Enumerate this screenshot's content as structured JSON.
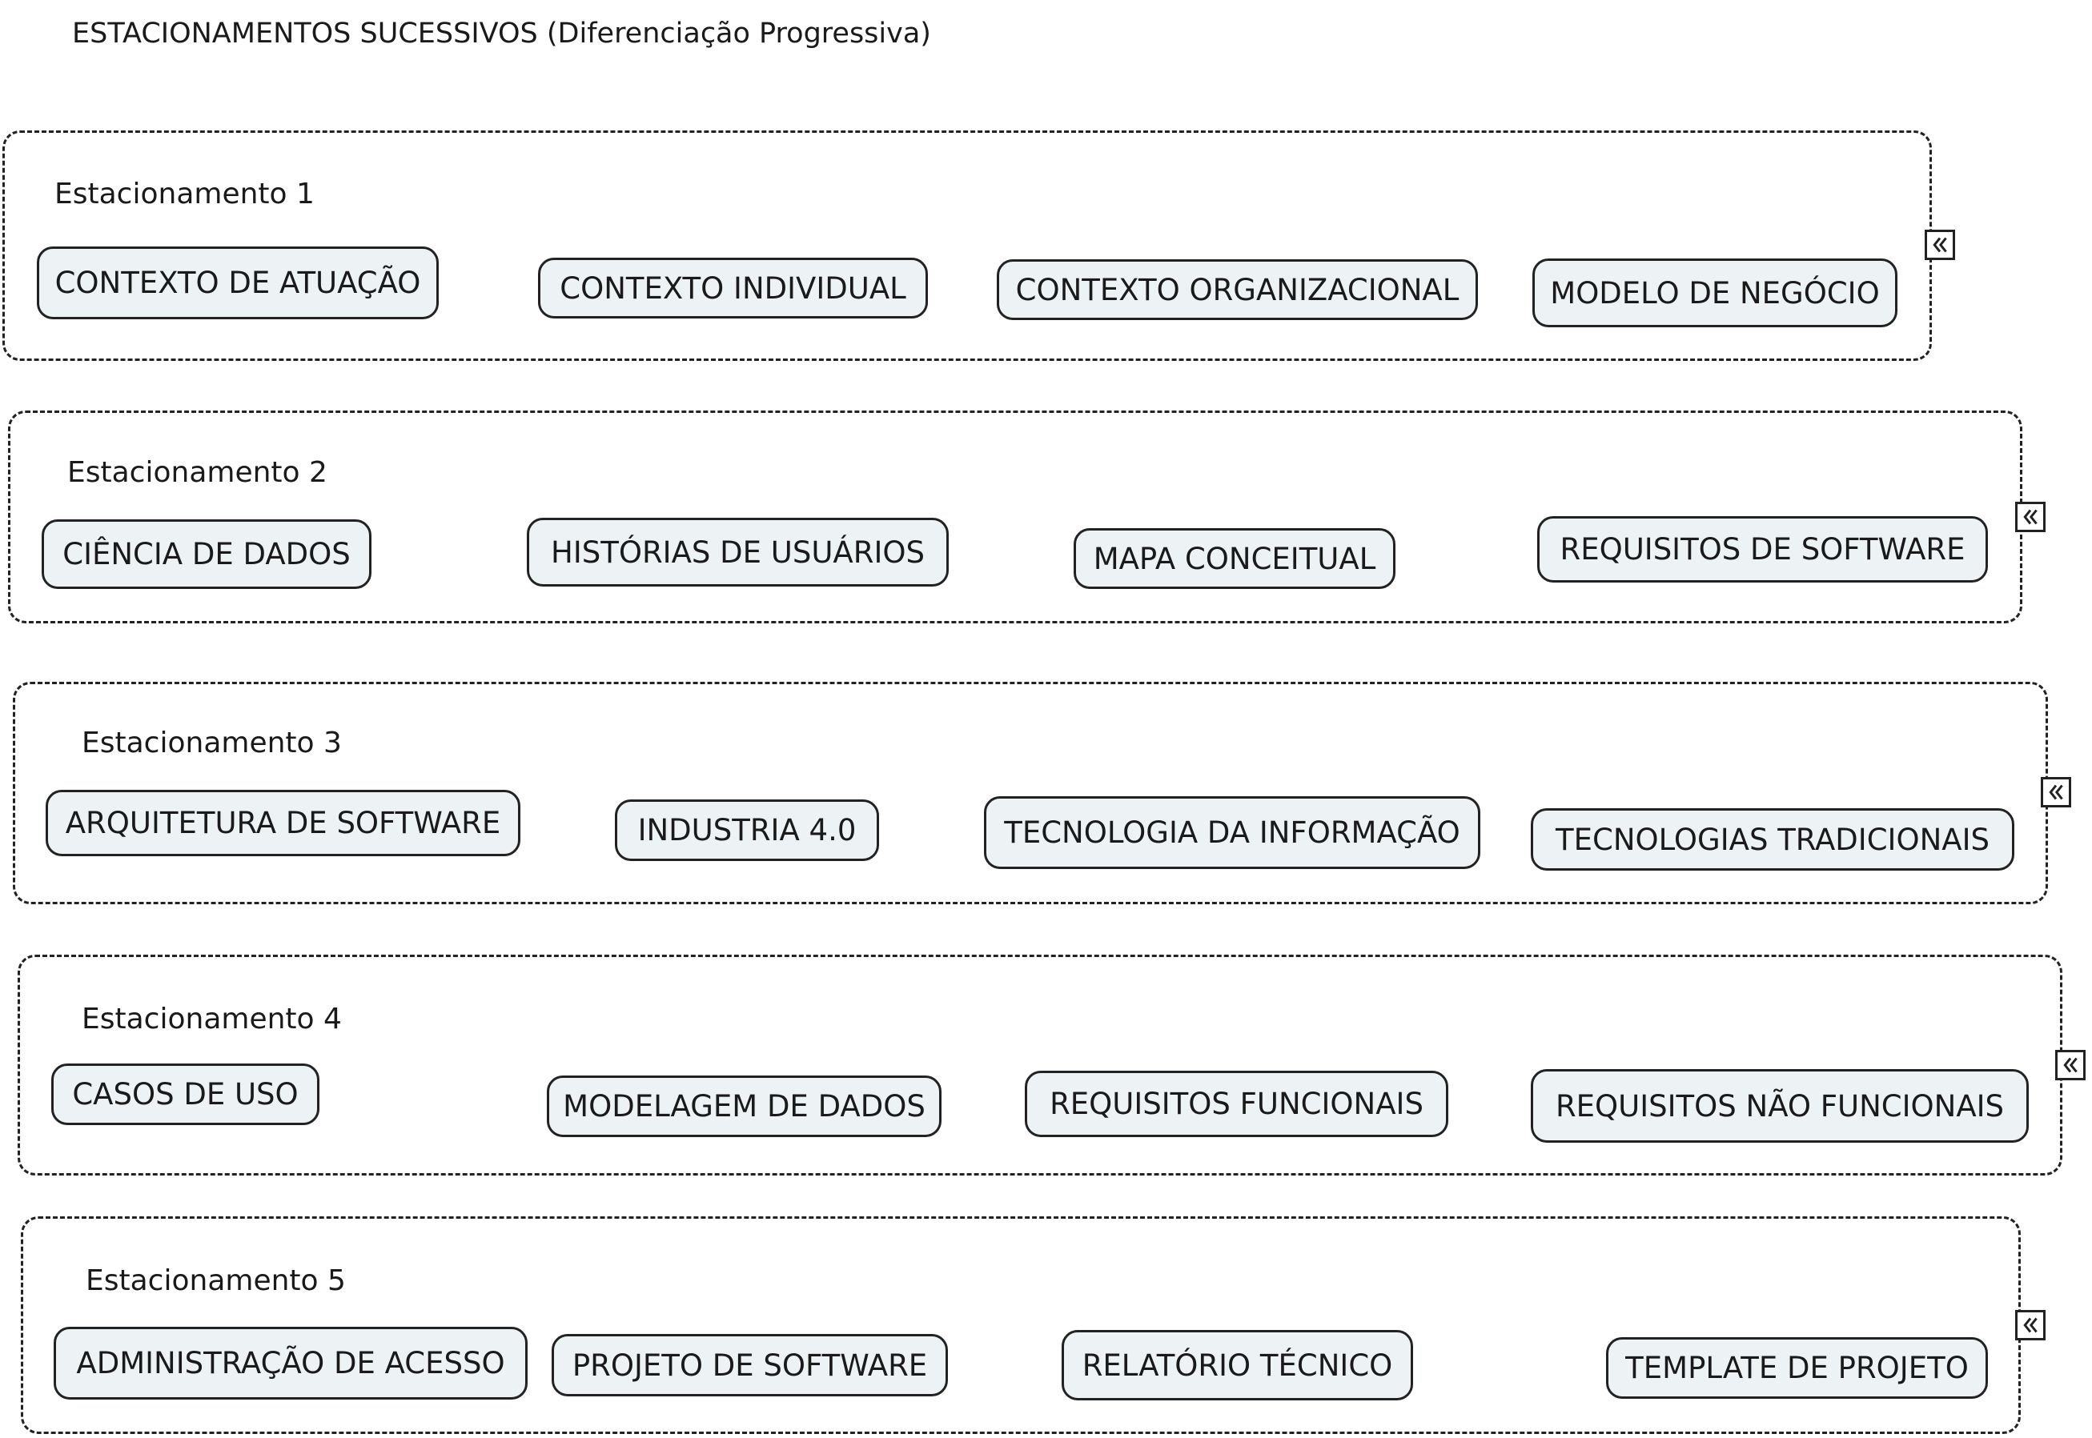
{
  "title": "ESTACIONAMENTOS SUCESSIVOS (Diferenciação Progressiva)",
  "groups": [
    {
      "label": "Estacionamento 1",
      "nodes": [
        "CONTEXTO DE ATUAÇÃO",
        "CONTEXTO INDIVIDUAL",
        "CONTEXTO ORGANIZACIONAL",
        "MODELO DE NEGÓCIO"
      ]
    },
    {
      "label": "Estacionamento 2",
      "nodes": [
        "CIÊNCIA DE DADOS",
        "HISTÓRIAS DE USUÁRIOS",
        "MAPA CONCEITUAL",
        "REQUISITOS DE SOFTWARE"
      ]
    },
    {
      "label": "Estacionamento 3",
      "nodes": [
        "ARQUITETURA DE SOFTWARE",
        "INDUSTRIA 4.0",
        "TECNOLOGIA DA INFORMAÇÃO",
        "TECNOLOGIAS TRADICIONAIS"
      ]
    },
    {
      "label": "Estacionamento 4",
      "nodes": [
        "CASOS DE USO",
        "MODELAGEM DE DADOS",
        "REQUISITOS FUNCIONAIS",
        "REQUISITOS NÃO FUNCIONAIS"
      ]
    },
    {
      "label": "Estacionamento 5",
      "nodes": [
        "ADMINISTRAÇÃO DE ACESSO",
        "PROJETO DE SOFTWARE",
        "RELATÓRIO TÉCNICO",
        "TEMPLATE DE PROJETO"
      ]
    }
  ],
  "icons": {
    "collapse": "collapse-chevron-left-icon"
  }
}
